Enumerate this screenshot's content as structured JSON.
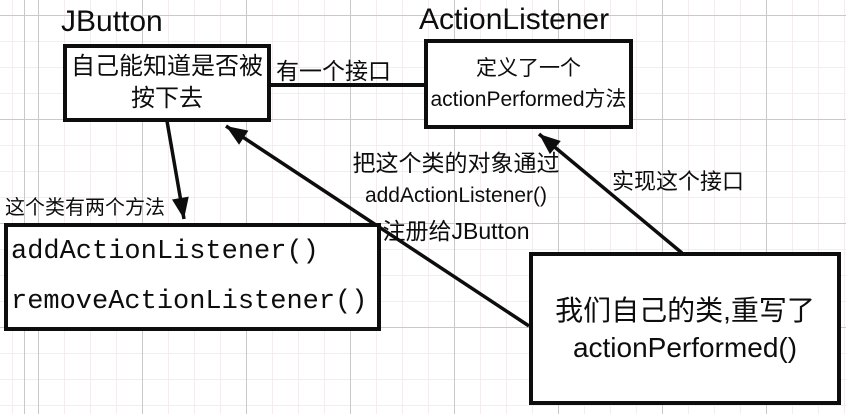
{
  "canvas": {
    "background_color": "#ffffff",
    "grid_minor_color": "#f3edef",
    "grid_major_color": "#c9c9cc",
    "ink_color": "#0d0d0d"
  },
  "nodes": {
    "jbutton": {
      "title": "JButton",
      "note_lines": [
        "自己能知道是否被",
        "按下去"
      ]
    },
    "actionlistener": {
      "title": "ActionListener",
      "note_lines": [
        "定义了一个",
        "actionPerformed方法"
      ]
    },
    "jbutton_methods": {
      "lines": [
        "addActionListener()",
        "removeActionListener()"
      ]
    },
    "our_class": {
      "lines": [
        "我们自己的类,重写了",
        "actionPerformed()"
      ]
    }
  },
  "labels": {
    "has_interface": "有一个接口",
    "two_methods": "这个类有两个方法",
    "implements_interface": "实现这个接口",
    "register_note_lines": [
      "把这个类的对象通过",
      "addActionListener()",
      "注册给JButton"
    ]
  }
}
